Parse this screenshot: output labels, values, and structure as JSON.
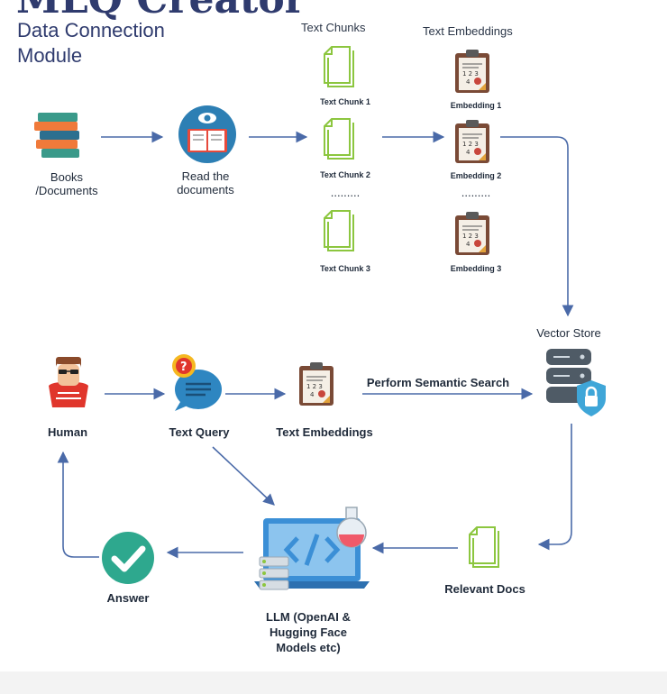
{
  "header": {
    "brand": "MLQ Creator",
    "title_line1": "Data Connection",
    "title_line2": "Module"
  },
  "columns": {
    "chunks_title": "Text Chunks",
    "embeddings_title": "Text Embeddings"
  },
  "nodes": {
    "books_line1": "Books",
    "books_line2": "/Documents",
    "read_line1": "Read the",
    "read_line2": "documents",
    "chunk1": "Text Chunk 1",
    "chunk2": "Text Chunk 2",
    "chunk3": "Text Chunk 3",
    "emb1": "Embedding 1",
    "emb2": "Embedding 2",
    "emb3": "Embedding 3",
    "dots": ".........",
    "vector_store": "Vector Store",
    "human": "Human",
    "text_query": "Text Query",
    "text_embeddings": "Text Embeddings",
    "semantic_search": "Perform Semantic Search",
    "relevant_docs": "Relevant Docs",
    "answer": "Answer",
    "llm_line1": "LLM (OpenAI &",
    "llm_line2": "Hugging Face",
    "llm_line3": "Models etc)"
  },
  "colors": {
    "arrow": "#4a6aa8",
    "chunk_green": "#8cc63f",
    "clipboard_brown": "#7a4a36",
    "check_teal": "#2ea88e",
    "db_gray": "#4f5b66",
    "lock_blue": "#3fa6d8",
    "laptop_blue": "#3b8fd6"
  },
  "icons": [
    "books-icon",
    "reader-icon",
    "document-icon",
    "clipboard-icon",
    "database-icon",
    "lock-icon",
    "person-icon",
    "chat-bubble-icon",
    "laptop-code-icon",
    "flask-icon",
    "server-icon",
    "check-icon"
  ]
}
